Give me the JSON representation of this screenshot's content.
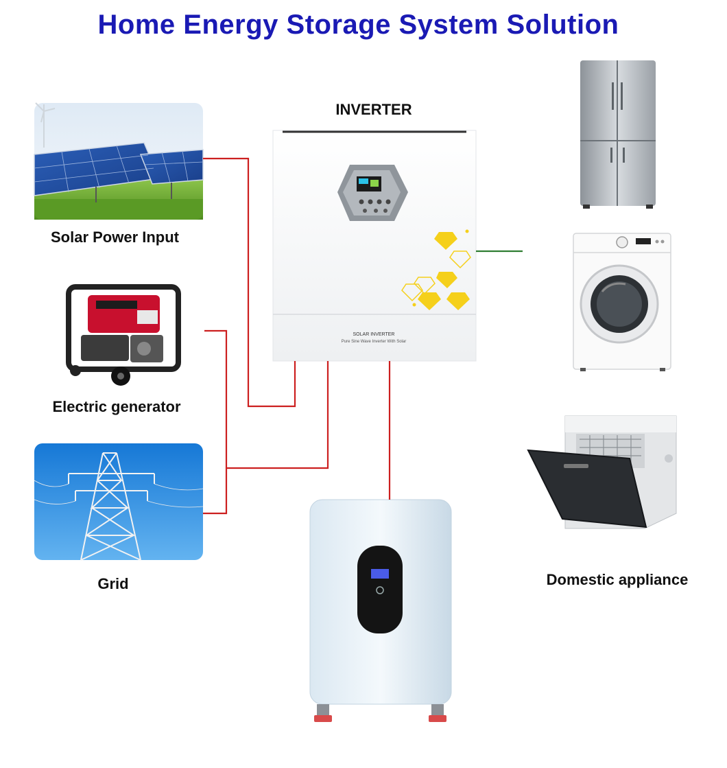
{
  "title": "Home Energy Storage System Solution",
  "inputs": {
    "solar": "Solar Power Input",
    "generator": "Electric generator",
    "grid": "Grid"
  },
  "inverter": {
    "label": "INVERTER",
    "panel_title": "SOLAR INVERTER",
    "panel_subtitle": "Pure Sine Wave Inverter With Solar"
  },
  "appliances": {
    "label": "Domestic appliance"
  },
  "colors": {
    "title": "#1a1ab4",
    "input_lines": "#cc1f1f",
    "output_line": "#2e7d32"
  }
}
